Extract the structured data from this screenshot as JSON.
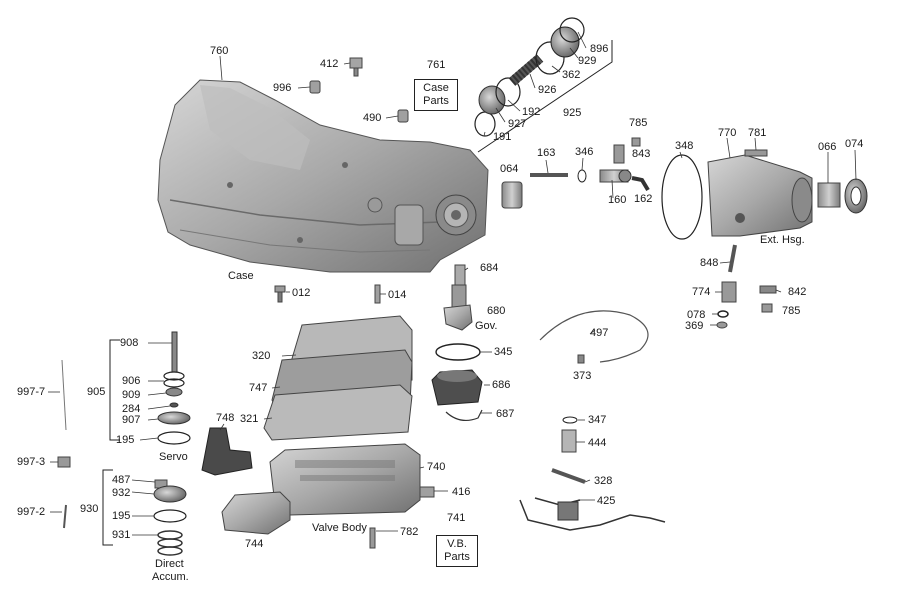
{
  "colors": {
    "ink": "#1a1a1a",
    "metal": "#9a9a9a",
    "metal_dark": "#5a5a5a",
    "metal_light": "#c8c8c8"
  },
  "captions": {
    "case": "Case",
    "gov": "Gov.",
    "ext_hsg": "Ext. Hsg.",
    "servo": "Servo",
    "valve_body": "Valve Body",
    "direct_accum_1": "Direct",
    "direct_accum_2": "Accum."
  },
  "boxes": {
    "case_parts_1": "Case",
    "case_parts_2": "Parts",
    "vb_parts_1": "V.B.",
    "vb_parts_2": "Parts"
  },
  "labels": {
    "p760": "760",
    "p412": "412",
    "p996": "996",
    "p761": "761",
    "p490": "490",
    "p896": "896",
    "p929": "929",
    "p362": "362",
    "p926": "926",
    "p192": "192",
    "p927": "927",
    "p191": "191",
    "p925": "925",
    "p785a": "785",
    "p843": "843",
    "p346": "346",
    "p163": "163",
    "p064": "064",
    "p160": "160",
    "p162": "162",
    "p348": "348",
    "p770": "770",
    "p781": "781",
    "p066": "066",
    "p074": "074",
    "p684": "684",
    "p680": "680",
    "p012": "012",
    "p014": "014",
    "p848": "848",
    "p774": "774",
    "p842": "842",
    "p078": "078",
    "p785b": "785",
    "p369": "369",
    "p908": "908",
    "p905": "905",
    "p906": "906",
    "p909": "909",
    "p284": "284",
    "p907": "907",
    "p195a": "195",
    "p9977": "997-7",
    "p320": "320",
    "p747": "747",
    "p748": "748",
    "p321": "321",
    "p345": "345",
    "p497": "497",
    "p373": "373",
    "p686": "686",
    "p687": "687",
    "p347": "347",
    "p444": "444",
    "p9973": "997-3",
    "p487": "487",
    "p932": "932",
    "p740": "740",
    "p416": "416",
    "p328": "328",
    "p425": "425",
    "p9972": "997-2",
    "p930": "930",
    "p195b": "195",
    "p931": "931",
    "p741": "741",
    "p744": "744",
    "p782": "782"
  }
}
